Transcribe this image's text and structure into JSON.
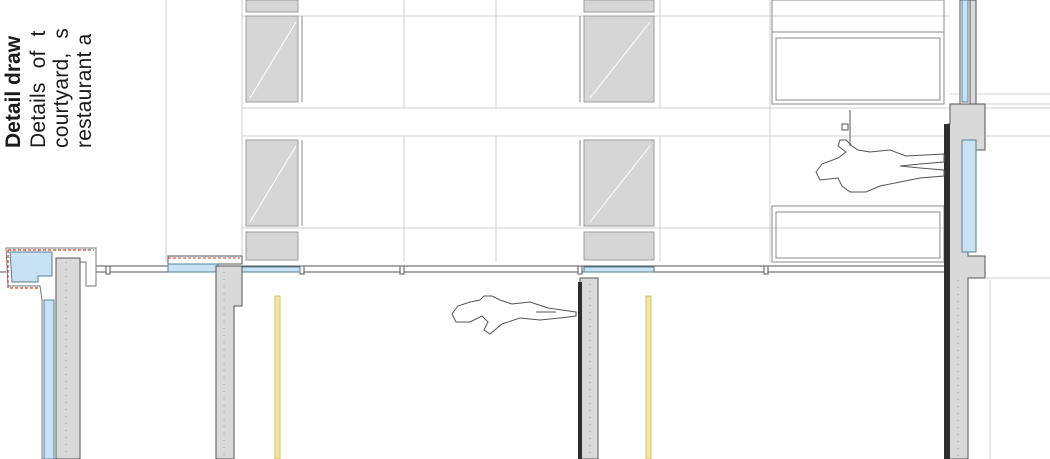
{
  "caption": {
    "title": "Detail draw",
    "line1_a": "Details",
    "line1_b": "of",
    "line1_c": "t",
    "line2_a": "courtyard,",
    "line2_b": "s",
    "line3": "restaurant a"
  },
  "colors": {
    "concrete": "#d9d9d9",
    "glass": "#c7e2f2",
    "insulation": "#f3e6a3",
    "insulation_stroke": "#d9c25a",
    "dashed_red": "#d23b2b",
    "line": "#333333",
    "light_line": "#bdbdbd",
    "panel_grey": "#d6d6d6"
  },
  "figures": [
    "person-standing-figure",
    "person-walking-figure"
  ]
}
